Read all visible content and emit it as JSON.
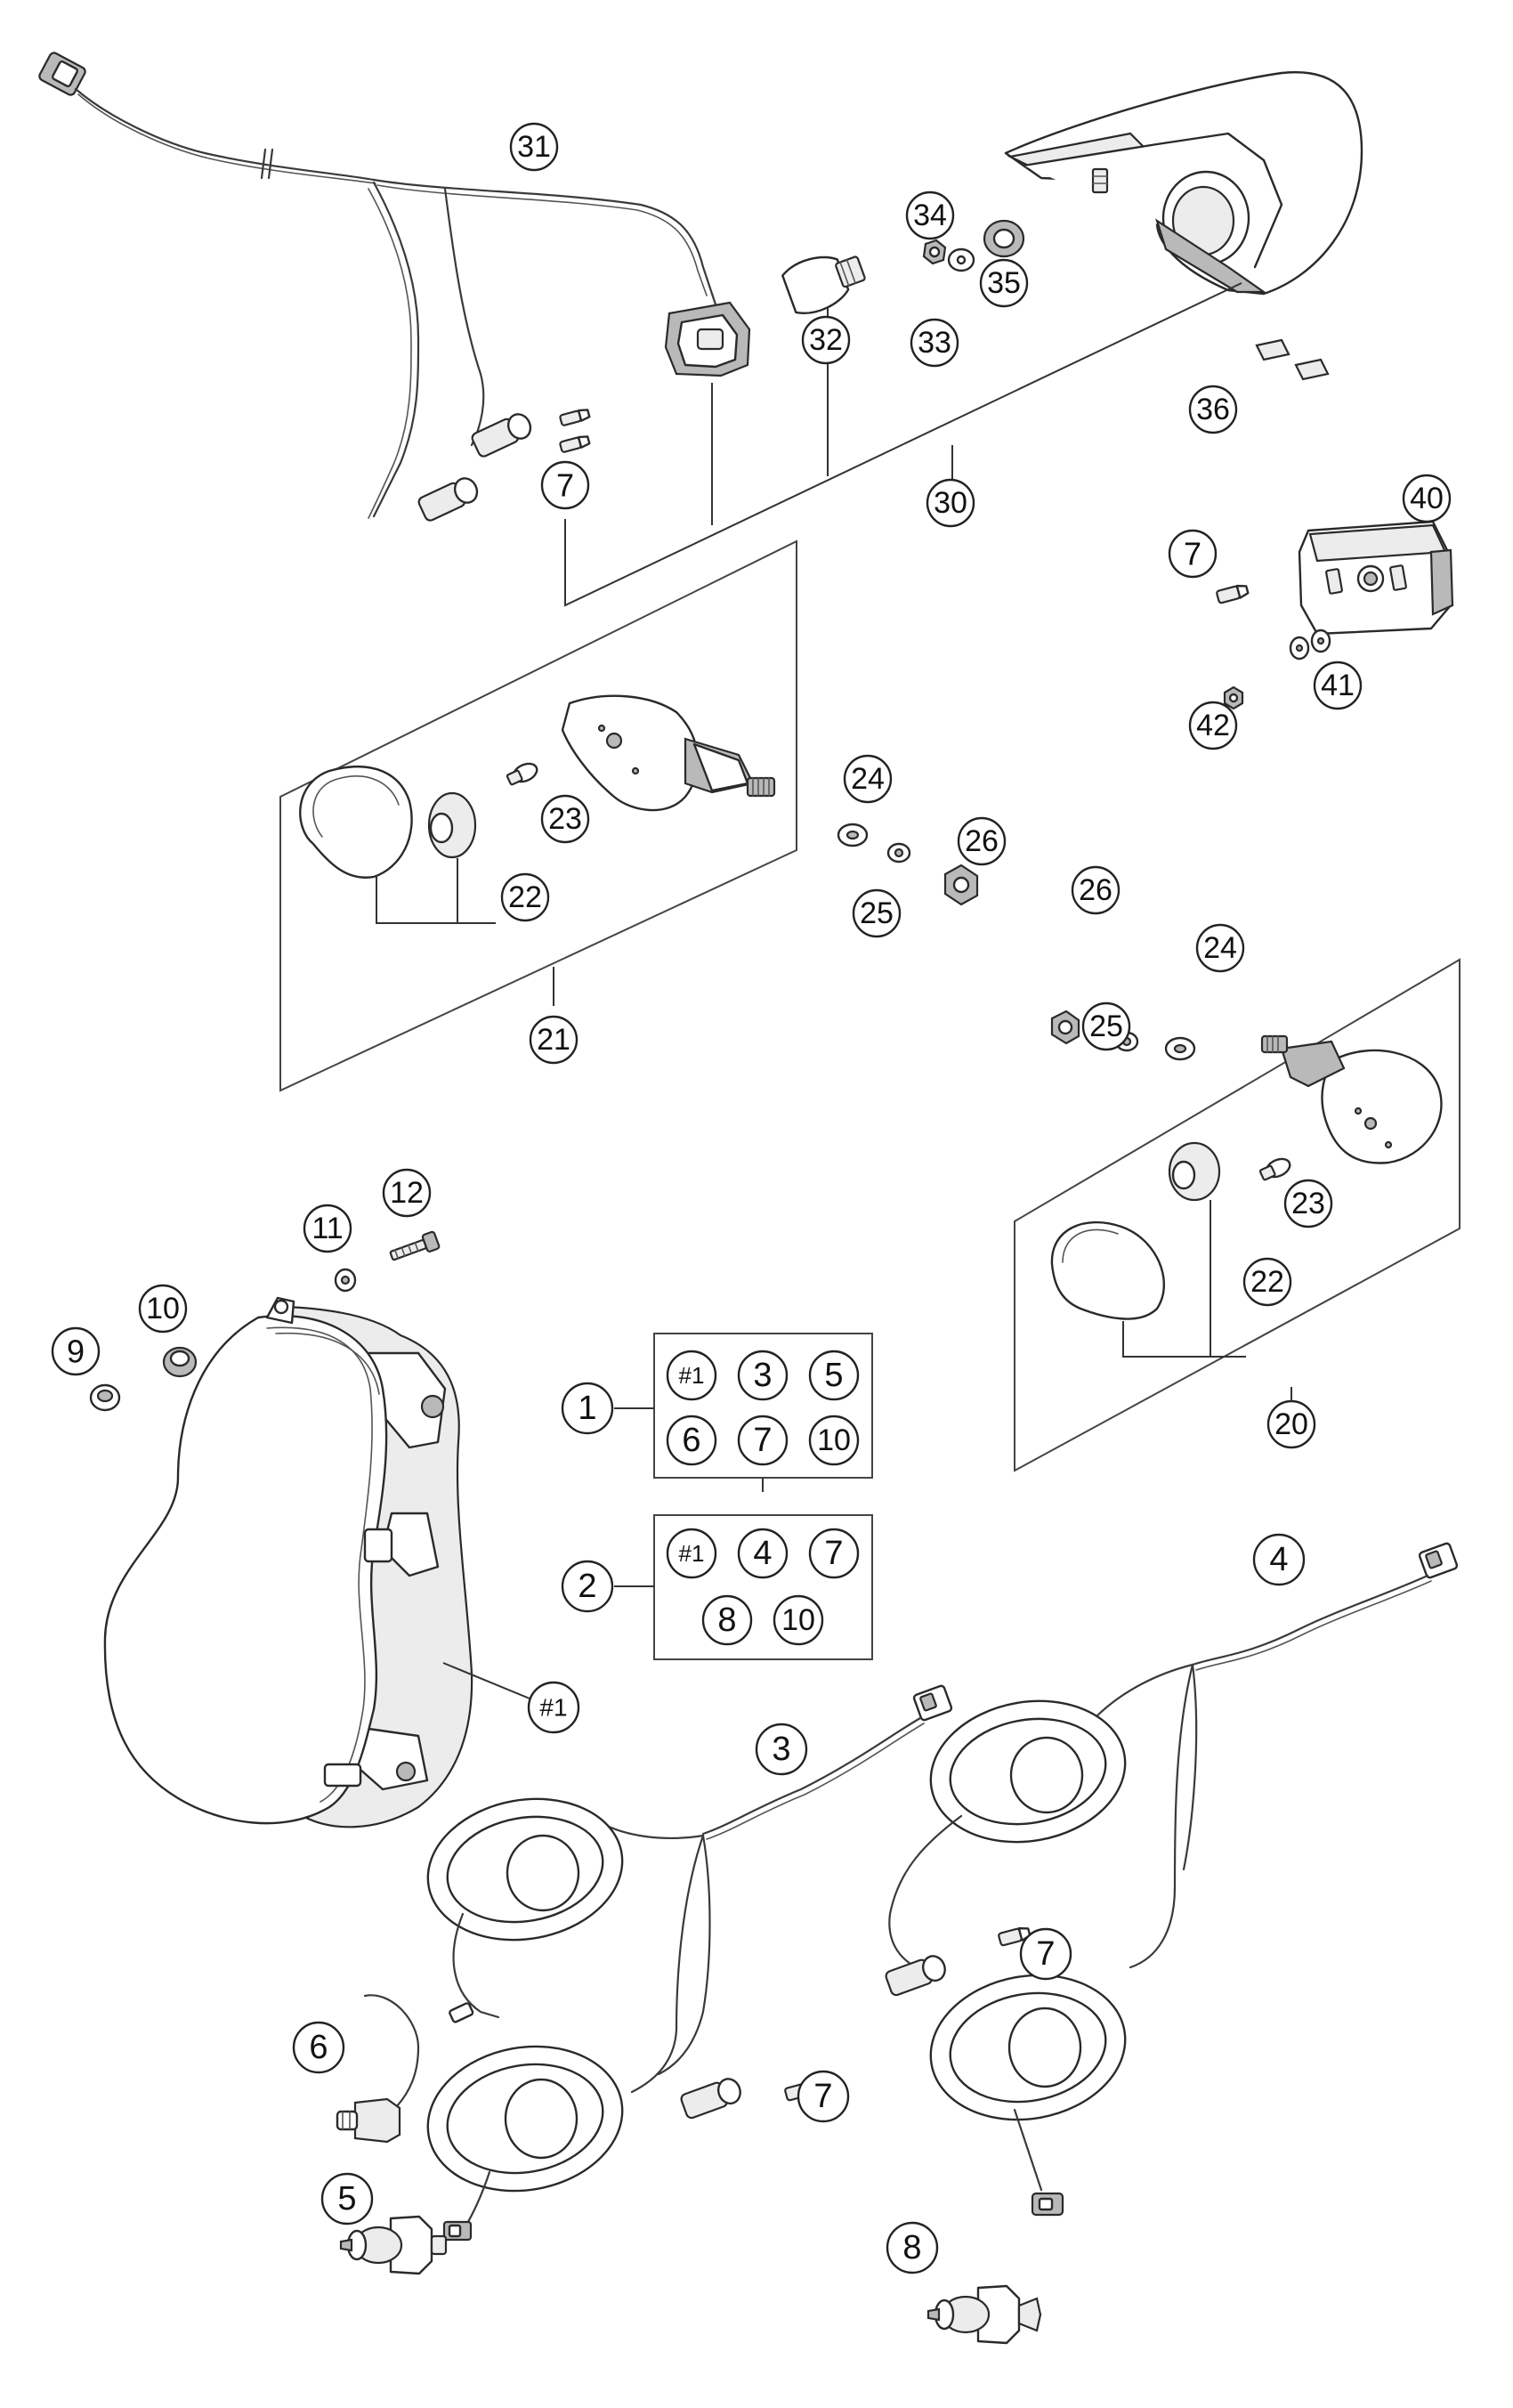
{
  "callouts": {
    "c31": "31",
    "c34": "34",
    "c35": "35",
    "c33": "33",
    "c32": "32",
    "c36": "36",
    "c30": "30",
    "c7a": "7",
    "c40": "40",
    "c7b": "7",
    "c41": "41",
    "c42": "42",
    "c24a": "24",
    "c23a": "23",
    "c26a": "26",
    "c22a": "22",
    "c25a": "25",
    "c26b": "26",
    "c24b": "24",
    "c21": "21",
    "c25b": "25",
    "c12": "12",
    "c11": "11",
    "c10": "10",
    "c9": "9",
    "c23b": "23",
    "c22b": "22",
    "c20": "20",
    "c1": "1",
    "c2": "2",
    "c4": "4",
    "c3": "3",
    "c7c": "7",
    "c6": "6",
    "c7d": "7",
    "c5": "5",
    "c8": "8",
    "ch1": "#1"
  },
  "kit1": {
    "items": [
      "#1",
      "3",
      "5",
      "6",
      "7",
      "10"
    ]
  },
  "kit2": {
    "items": [
      "#1",
      "4",
      "7",
      "8",
      "10"
    ]
  }
}
